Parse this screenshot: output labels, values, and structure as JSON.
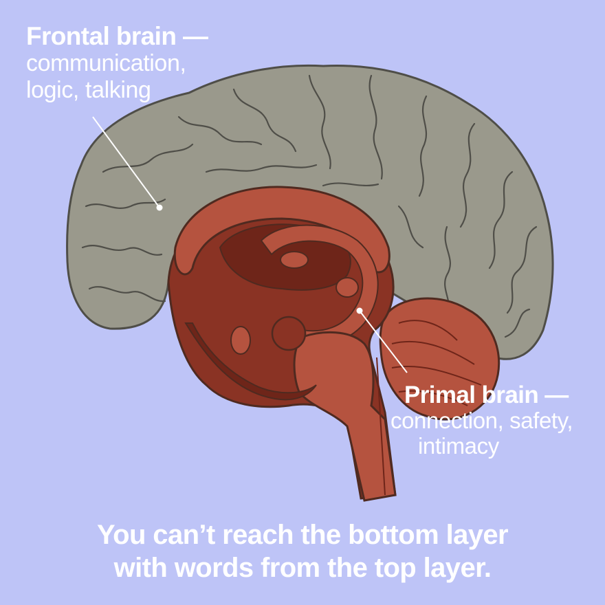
{
  "colors": {
    "background": "#bec4f7",
    "cortex": "#9a998c",
    "cortex_outline": "#4f4e48",
    "primal": "#b5533f",
    "primal_dark": "#8a3324",
    "primal_deep": "#6e2519",
    "text": "#ffffff"
  },
  "labels": {
    "frontal": {
      "title": "Frontal brain —",
      "line1": "communication,",
      "line2": "logic, talking"
    },
    "primal": {
      "title": "Primal brain —",
      "line1": "connection, safety,",
      "line2": "intimacy"
    }
  },
  "caption": {
    "line1": "You can’t reach the bottom layer",
    "line2": "with words from the top layer."
  }
}
